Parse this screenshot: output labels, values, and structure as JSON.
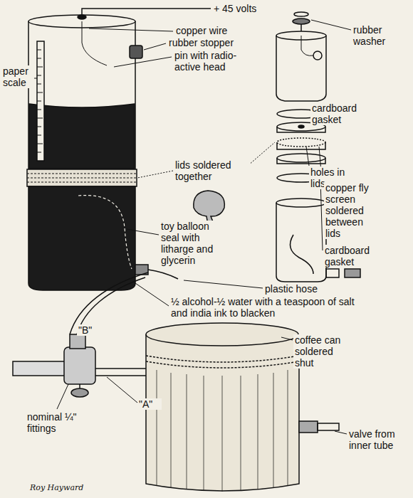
{
  "diagram": {
    "labels": [
      "+ 45 volts",
      "copper wire",
      "rubber stopper",
      "pin with radio- active head",
      "rubber washer",
      "paper scale",
      "cardboard gasket",
      "holes in lids",
      "lids soldered together",
      "copper fly screen soldered between lids",
      "toy balloon seal with litharge and glycerin",
      "cardboard gasket",
      "plastic hose",
      "½ alcohol-½ water with a teaspoon of salt and india ink to blacken",
      "coffee can soldered shut",
      "\"B\"",
      "\"A\"",
      "nominal ¼\" fittings",
      "valve from inner tube",
      "Roy Hayward"
    ]
  }
}
